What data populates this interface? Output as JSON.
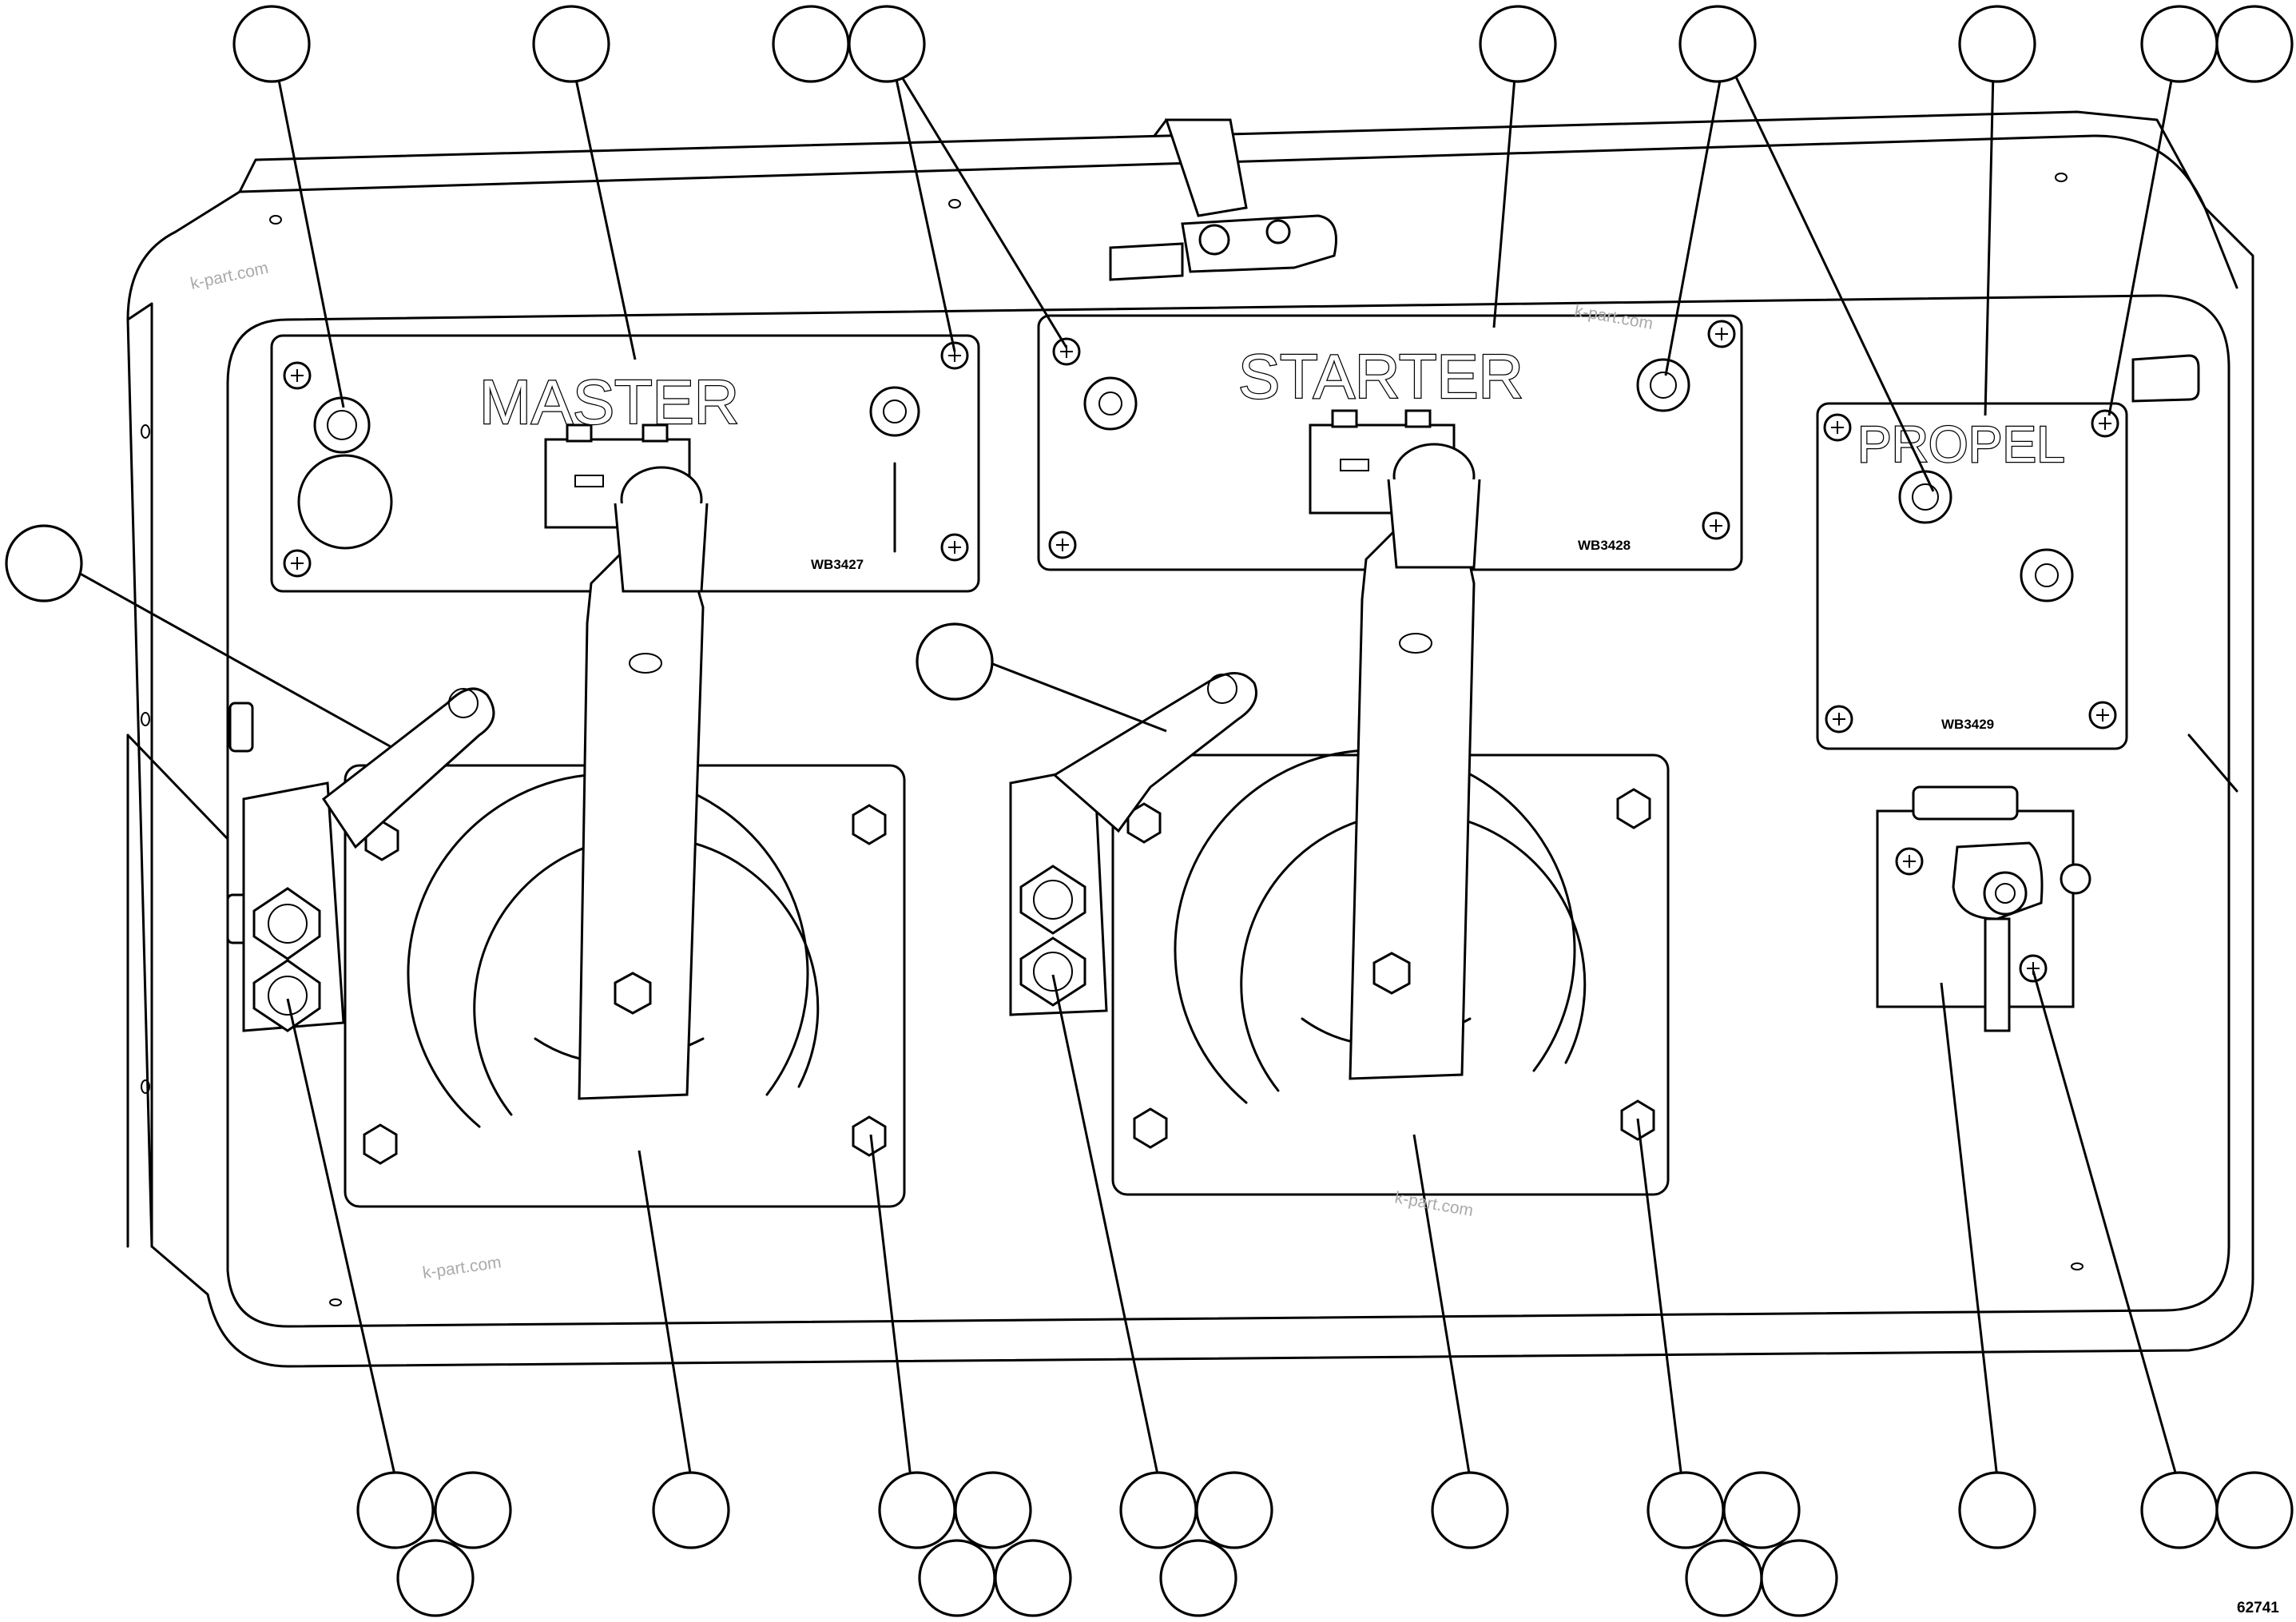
{
  "diagram": {
    "panel_labels": {
      "master": "MASTER",
      "starter": "STARTER",
      "propel": "PROPEL"
    },
    "decal_codes": {
      "master": "WB3427",
      "starter": "WB3428",
      "propel": "WB3429"
    },
    "watermark": "k-part.com",
    "figure_number": "62741"
  },
  "colors": {
    "line": "#000000",
    "background": "#ffffff",
    "watermark": "#aaaaaa"
  }
}
